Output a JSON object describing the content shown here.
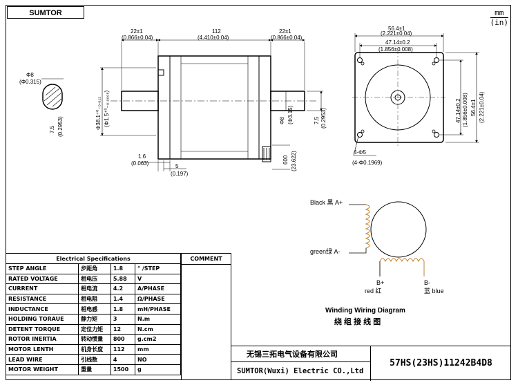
{
  "brand": "SUMTOR",
  "units": {
    "mm": "mm",
    "in": "(in)"
  },
  "side_view": {
    "dim_left": "22±1",
    "dim_left_in": "(0.866±0.04)",
    "dim_body": "112",
    "dim_body_in": "(4.410±0.04)",
    "dim_right": "22±1",
    "dim_right_in": "(0.866±0.04)",
    "dim_pilot": "Φ38.1⁺⁰₋₀.₀₁₂",
    "dim_pilot_in": "(Φ1.5⁺⁰₋₀.₀₀₀₅)",
    "dim_shaft": "Φ8",
    "dim_shaft_in": "(Φ3.15)",
    "dim_flat": "7.5",
    "dim_flat_in": "(0.2953)",
    "dim_flange": "1.6",
    "dim_flange_in": "(0.063)",
    "dim_step": "5",
    "dim_step_in": "(0.197)",
    "dim_lead": "600",
    "dim_lead_in": "(23.622)"
  },
  "shaft_section": {
    "dia": "Φ8",
    "dia_in": "(Φ0.315)",
    "flat": "7.5",
    "flat_in": "(0.2953)"
  },
  "front_view": {
    "dim_outer": "56.4±1",
    "dim_outer_in": "(2.221±0.04)",
    "dim_holes": "47.14±0.2",
    "dim_holes_in": "(1.856±0.008)",
    "dim_vholes": "47.14±0.2",
    "dim_vholes_in": "(1.856±0.008)",
    "dim_vouter": "56.4±1",
    "dim_vouter_in": "(2.221±0.04)",
    "dim_mount": "4-Φ5",
    "dim_mount_in": "(4-Φ0.1969)"
  },
  "wiring": {
    "a_plus": "Black 黑 A+",
    "a_minus": "green绿 A-",
    "b_plus": "B+",
    "b_plus_color": "red 红",
    "b_minus": "B-",
    "b_minus_color": "蓝 blue",
    "title": "Winding Wiring Diagram",
    "title_cn": "绕 组 接 线 图"
  },
  "specs": {
    "header": "Electrical Specifications",
    "comment_header": "COMMENT",
    "rows": [
      {
        "en": "STEP ANGLE",
        "cn": "步距角",
        "val": "1.8",
        "unit": "° /STEP"
      },
      {
        "en": "RATED VOLTAGE",
        "cn": "相电压",
        "val": "5.88",
        "unit": "V"
      },
      {
        "en": "CURRENT",
        "cn": "相电流",
        "val": "4.2",
        "unit": "A/PHASE"
      },
      {
        "en": "RESISTANCE",
        "cn": "相电阻",
        "val": "1.4",
        "unit": "Ω/PHASE"
      },
      {
        "en": "INDUCTANCE",
        "cn": "相电感",
        "val": "1.8",
        "unit": "mH/PHASE"
      },
      {
        "en": "HOLDING TORAUE",
        "cn": "静力矩",
        "val": "3",
        "unit": "N.m"
      },
      {
        "en": "DETENT TORQUE",
        "cn": "定位力矩",
        "val": "12",
        "unit": "N.cm"
      },
      {
        "en": "ROTOR INERTIA",
        "cn": "转动惯量",
        "val": "800",
        "unit": "g.cm2"
      },
      {
        "en": "MOTOR LENTH",
        "cn": "机身长度",
        "val": "112",
        "unit": "mm"
      },
      {
        "en": "LEAD WIRE",
        "cn": "引线数",
        "val": "4",
        "unit": "NO"
      },
      {
        "en": "MOTOR WEIGHT",
        "cn": "重量",
        "val": "1500",
        "unit": "g"
      }
    ]
  },
  "titleblock": {
    "company_cn": "无锡三拓电气设备有限公司",
    "company_en": "SUMTOR(Wuxi) Electric CO.,Ltd",
    "model": "57HS(23HS)11242B4D8"
  }
}
